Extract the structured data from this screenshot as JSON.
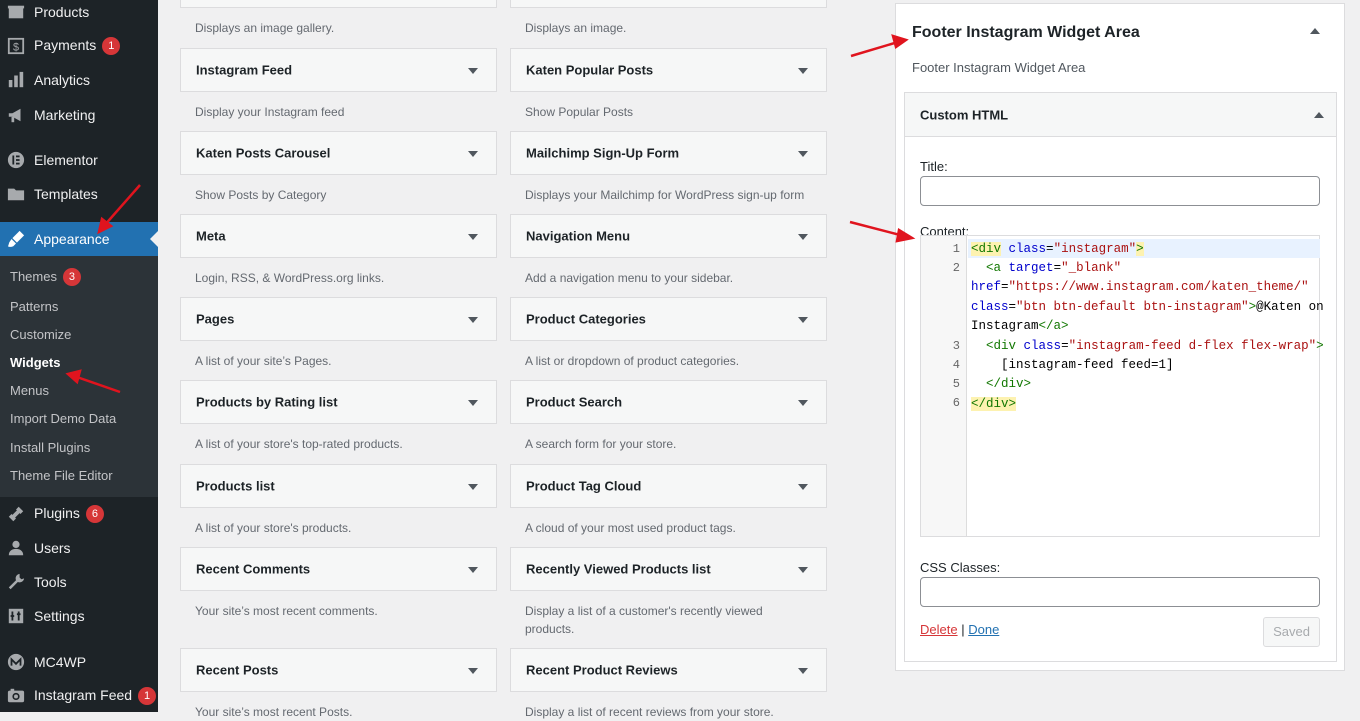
{
  "sidebar": {
    "items": [
      {
        "label": "Products",
        "icon": "products-icon"
      },
      {
        "label": "Payments",
        "icon": "payments-icon",
        "badge": "1"
      },
      {
        "label": "Analytics",
        "icon": "analytics-icon"
      },
      {
        "label": "Marketing",
        "icon": "marketing-icon"
      },
      {
        "label": "Elementor",
        "icon": "elementor-icon"
      },
      {
        "label": "Templates",
        "icon": "templates-icon"
      },
      {
        "label": "Appearance",
        "icon": "appearance-icon"
      },
      {
        "label": "Plugins",
        "icon": "plugins-icon",
        "badge": "6"
      },
      {
        "label": "Users",
        "icon": "users-icon"
      },
      {
        "label": "Tools",
        "icon": "tools-icon"
      },
      {
        "label": "Settings",
        "icon": "settings-icon"
      },
      {
        "label": "MC4WP",
        "icon": "mc4wp-icon"
      },
      {
        "label": "Instagram Feed",
        "icon": "instagram-feed-icon",
        "badge": "1"
      }
    ],
    "submenu": [
      {
        "label": "Themes",
        "badge": "3"
      },
      {
        "label": "Patterns"
      },
      {
        "label": "Customize"
      },
      {
        "label": "Widgets"
      },
      {
        "label": "Menus"
      },
      {
        "label": "Import Demo Data"
      },
      {
        "label": "Install Plugins"
      },
      {
        "label": "Theme File Editor"
      }
    ]
  },
  "widgets": {
    "top_descs": [
      "Displays an image gallery.",
      "Displays an image."
    ],
    "left": [
      {
        "title": "Instagram Feed",
        "desc": "Display your Instagram feed"
      },
      {
        "title": "Katen Posts Carousel",
        "desc": "Show Posts by Category"
      },
      {
        "title": "Meta",
        "desc": "Login, RSS, & WordPress.org links."
      },
      {
        "title": "Pages",
        "desc": "A list of your site’s Pages."
      },
      {
        "title": "Products by Rating list",
        "desc": "A list of your store's top-rated products."
      },
      {
        "title": "Products list",
        "desc": "A list of your store's products."
      },
      {
        "title": "Recent Comments",
        "desc": "Your site’s most recent comments."
      },
      {
        "title": "Recent Posts",
        "desc": "Your site’s most recent Posts."
      }
    ],
    "right": [
      {
        "title": "Katen Popular Posts",
        "desc": "Show Popular Posts"
      },
      {
        "title": "Mailchimp Sign-Up Form",
        "desc": "Displays your Mailchimp for WordPress sign-up form"
      },
      {
        "title": "Navigation Menu",
        "desc": "Add a navigation menu to your sidebar."
      },
      {
        "title": "Product Categories",
        "desc": "A list or dropdown of product categories."
      },
      {
        "title": "Product Search",
        "desc": "A search form for your store."
      },
      {
        "title": "Product Tag Cloud",
        "desc": "A cloud of your most used product tags."
      },
      {
        "title": "Recently Viewed Products list",
        "desc": "Display a list of a customer's recently viewed products."
      },
      {
        "title": "Recent Product Reviews",
        "desc": "Display a list of recent reviews from your store."
      }
    ]
  },
  "widget_area": {
    "title": "Footer Instagram Widget Area",
    "description": "Footer Instagram Widget Area",
    "custom_html": {
      "title": "Custom HTML",
      "title_label": "Title:",
      "title_value": "",
      "content_label": "Content:",
      "line_numbers": [
        "1",
        "2",
        "3",
        "4",
        "5",
        "6"
      ],
      "code": {
        "l1_open": "<div",
        "l1_attr": "class",
        "l1_val": "\"instagram\"",
        "l1_close": ">",
        "l2_indent": "  ",
        "l2_tag": "<a",
        "l2_attr1": "target",
        "l2_val1": "\"_blank\"",
        "l2b_attr": "href",
        "l2b_val": "\"https://www.instagram.com/katen_theme/\"",
        "l2c_attr": "class",
        "l2c_val": "\"btn btn-default btn-instagram\"",
        "l2c_close": ">",
        "l2c_text": "@Katen on",
        "l2d_text": "Instagram",
        "l2d_close": "</a>",
        "l3_tag": "<div",
        "l3_attr": "class",
        "l3_val": "\"instagram-feed d-flex flex-wrap\"",
        "l3_close": ">",
        "l4_text": "    [instagram-feed feed=1]",
        "l5_tag": "</div>",
        "l6_tag": "</div>"
      },
      "css_label": "CSS Classes:",
      "css_value": "",
      "delete_label": "Delete",
      "separator": "|",
      "done_label": "Done",
      "saved_label": "Saved"
    }
  },
  "colors": {
    "sidebar_bg": "#1d2327",
    "accent": "#2271b1",
    "badge": "#d63638",
    "arrow": "#e0141e"
  }
}
